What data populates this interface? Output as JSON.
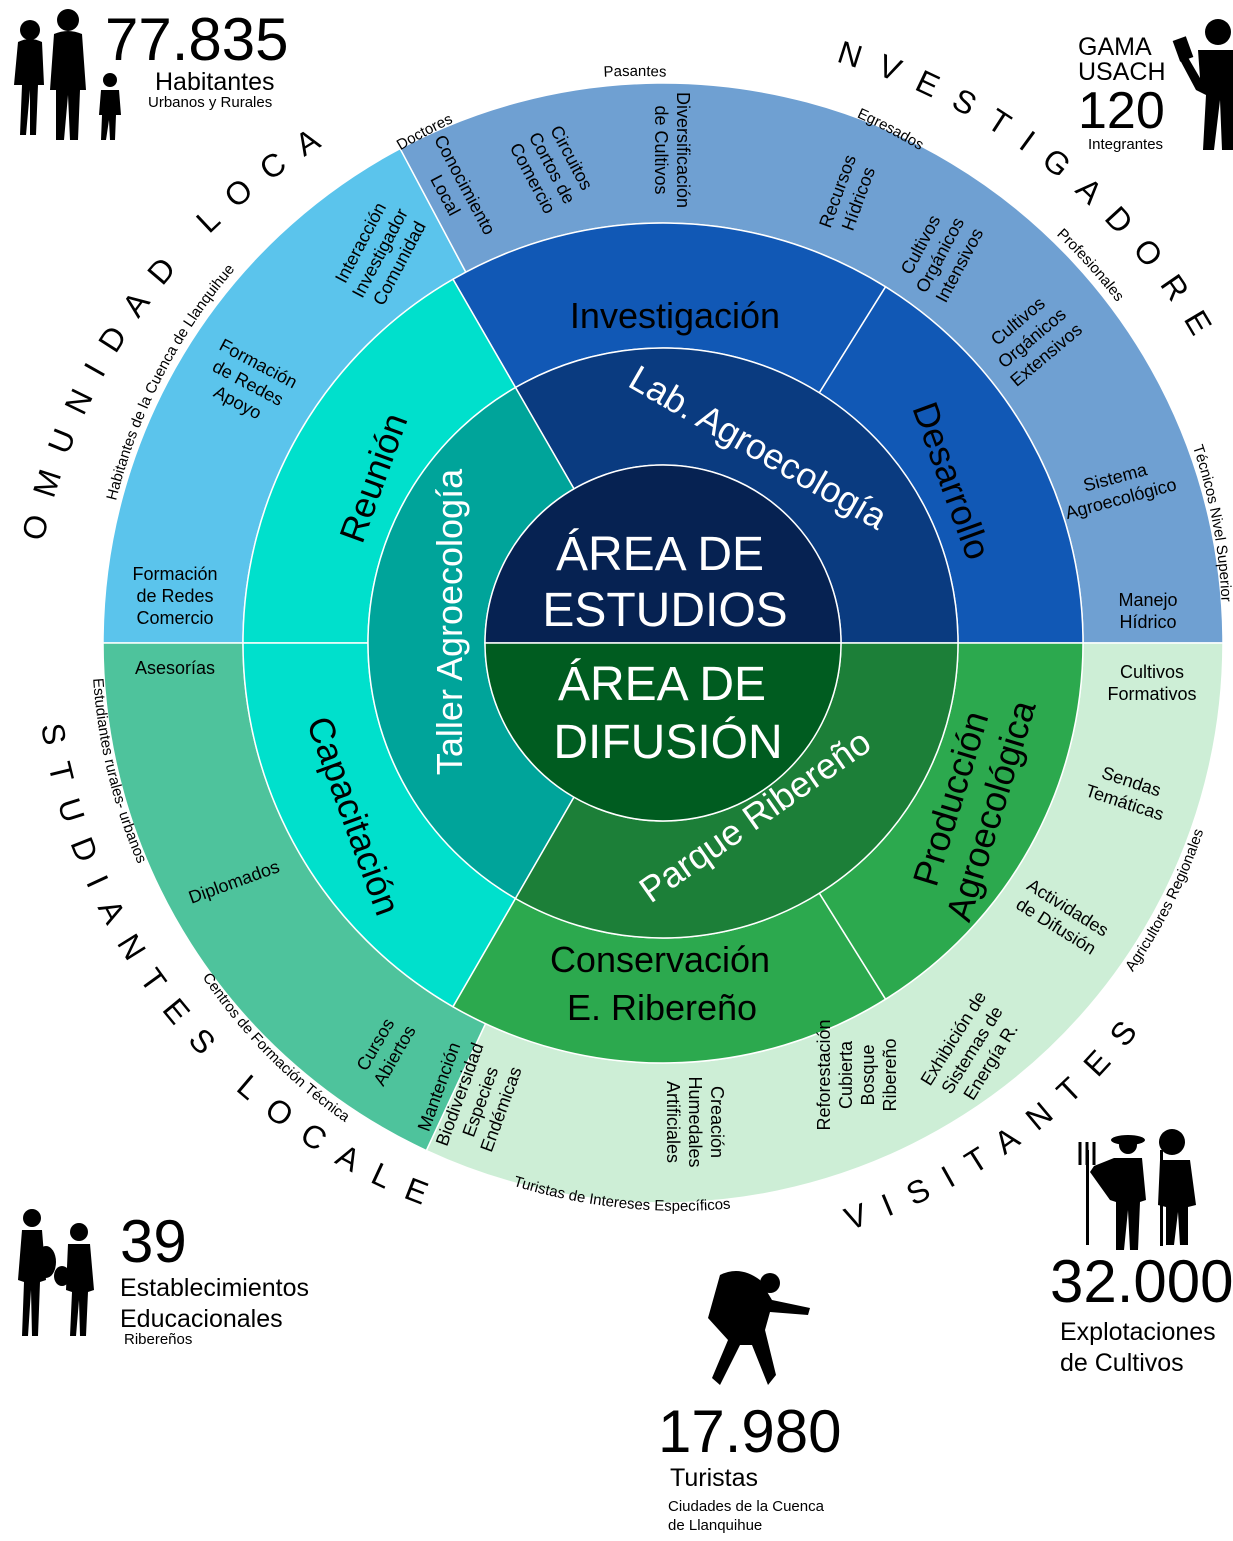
{
  "center": {
    "studies_lines": [
      "ÁREA DE",
      "ESTUDIOS"
    ],
    "diffusion_lines": [
      "ÁREA DE",
      "DIFUSIÓN"
    ]
  },
  "inner_ring": {
    "lab": "Lab. Agroecología",
    "taller": "Taller Agroecología",
    "parque": "Parque Ribereño"
  },
  "middle_ring": {
    "investigacion": "Investigación",
    "desarrollo": "Desarrollo",
    "reunion": "Reunión",
    "capacitacion": "Capacitación",
    "conservacion": "Conservación E. Ribereño",
    "produccion": "Producción Agroecológica"
  },
  "outer_ring_items": [
    "Conocimiento Local",
    "Circuitos Cortos de Comercio",
    "Diversificación de Cultivos",
    "Recursos Hídricos",
    "Cultivos Orgánicos Intensivos",
    "Cultivos Orgánicos Extensivos",
    "Sistema Agroecológico",
    "Manejo Hídrico",
    "Interacción Investigador Comunidad",
    "Formación de Redes Apoyo",
    "Formación de Redes Comercio",
    "Asesorías",
    "Diplomados",
    "Cursos Abiertos",
    "Mantención Biodiversidad Especies Endémicas",
    "Creación Humedales Artificiales",
    "Reforestación Cubierta Bosque Ribereño",
    "Exhibición de Sistemas de Energía R.",
    "Actividades de Difusión",
    "Sendas Temáticas",
    "Cultivos Formativos"
  ],
  "rim_labels": {
    "doctores": "Doctores",
    "pasantes": "Pasantes",
    "egresados": "Egresados",
    "profesionales": "Profesionales",
    "tecnicos": "Técnicos Nivel Superior",
    "habitantes": "Habitantes de la Cuenca de Llanquihue",
    "estudiantes_rurales": "Estudiantes rurales- urbanos",
    "centros": "Centros de Formación Técnica",
    "turistas_intereses": "Turistas de Intereses Específicos",
    "agricultores": "Agricultores Regionales"
  },
  "groups": {
    "comunidad": "COMUNIDAD LOCAL",
    "investigadores": "INVESTIGADORES",
    "estudiantes": "ESTUDIANTES LOCALES",
    "visitantes": "VISITANTES"
  },
  "stats": {
    "habitantes": {
      "number": "77.835",
      "label": "Habitantes",
      "sub": "Urbanos y Rurales"
    },
    "gama": {
      "line1": "GAMA",
      "line2": "USACH",
      "number": "120",
      "sub": "Integrantes"
    },
    "establecimientos": {
      "number": "39",
      "line1": "Establecimientos",
      "line2": "Educacionales",
      "sub": "Ribereños"
    },
    "turistas": {
      "number": "17.980",
      "label": "Turistas",
      "sub1": "Ciudades de la Cuenca",
      "sub2": "de Llanquihue"
    },
    "explotaciones": {
      "number": "32.000",
      "line1": "Explotaciones",
      "line2": "de Cultivos"
    }
  },
  "colors": {
    "outer_blue": "#6fa0d2",
    "outer_sky": "#5bc4ec",
    "outer_teal": "#4ec39c",
    "outer_light_green": "#cdeed6",
    "middle_blue": "#1158b5",
    "middle_cyan": "#00e0cc",
    "middle_green": "#2ca94e",
    "inner_navy": "#0a3b80",
    "inner_teal": "#00a49a",
    "inner_green": "#1c7f38",
    "center_dark_blue": "#062252",
    "center_dark_green": "#005c20"
  },
  "icons": [
    "family-icon",
    "scientist-icon",
    "students-icon",
    "hiker-icon",
    "farmers-icon"
  ]
}
